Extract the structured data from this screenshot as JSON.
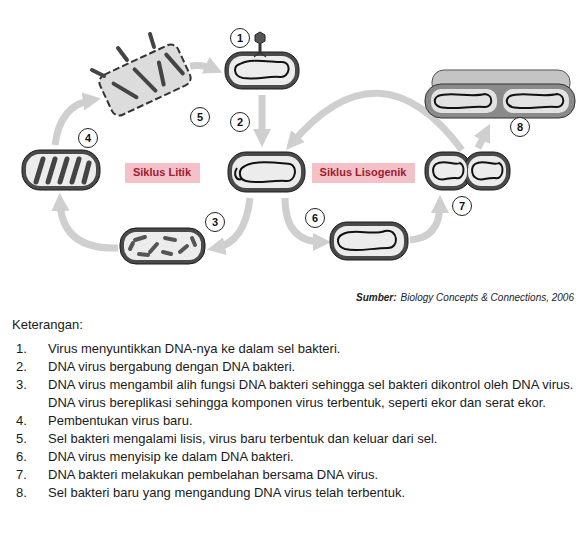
{
  "diagram": {
    "nodes": [
      {
        "text": [
          "1"
        ]
      },
      {
        "text": [
          "2"
        ]
      },
      {
        "text": [
          "3"
        ]
      },
      {
        "text": [
          "4"
        ]
      },
      {
        "text": [
          "5"
        ]
      },
      {
        "text": [
          "6"
        ]
      },
      {
        "text": [
          "7"
        ]
      },
      {
        "text": [
          "8"
        ]
      },
      {
        "text": [
          "Siklus Litik"
        ]
      },
      {
        "text": [
          "Siklus Lisogenik"
        ]
      }
    ],
    "labels": [
      "Sumber:",
      "Biology Concepts & Connections, 2006",
      "Keterangan:",
      "1.",
      "Virus menyuntikkan DNA-nya ke dalam sel bakteri.",
      "2.",
      "DNA virus bergabung dengan DNA bakteri.",
      "3.",
      "DNA virus mengambil alih fungsi DNA bakteri sehingga sel bakteri dikontrol oleh DNA virus. DNA virus bereplikasi sehingga komponen virus terbentuk, seperti ekor dan serat ekor.",
      "4.",
      "Pembentukan virus baru.",
      "5.",
      "Sel bakteri mengalami lisis, virus baru terbentuk dan keluar dari sel.",
      "6.",
      "DNA virus menyisip ke dalam DNA bakteri.",
      "7.",
      "DNA bakteri melakukan pembelahan bersama DNA virus.",
      "8.",
      "Sel bakteri baru yang mengandung DNA virus telah terbentuk."
    ]
  }
}
